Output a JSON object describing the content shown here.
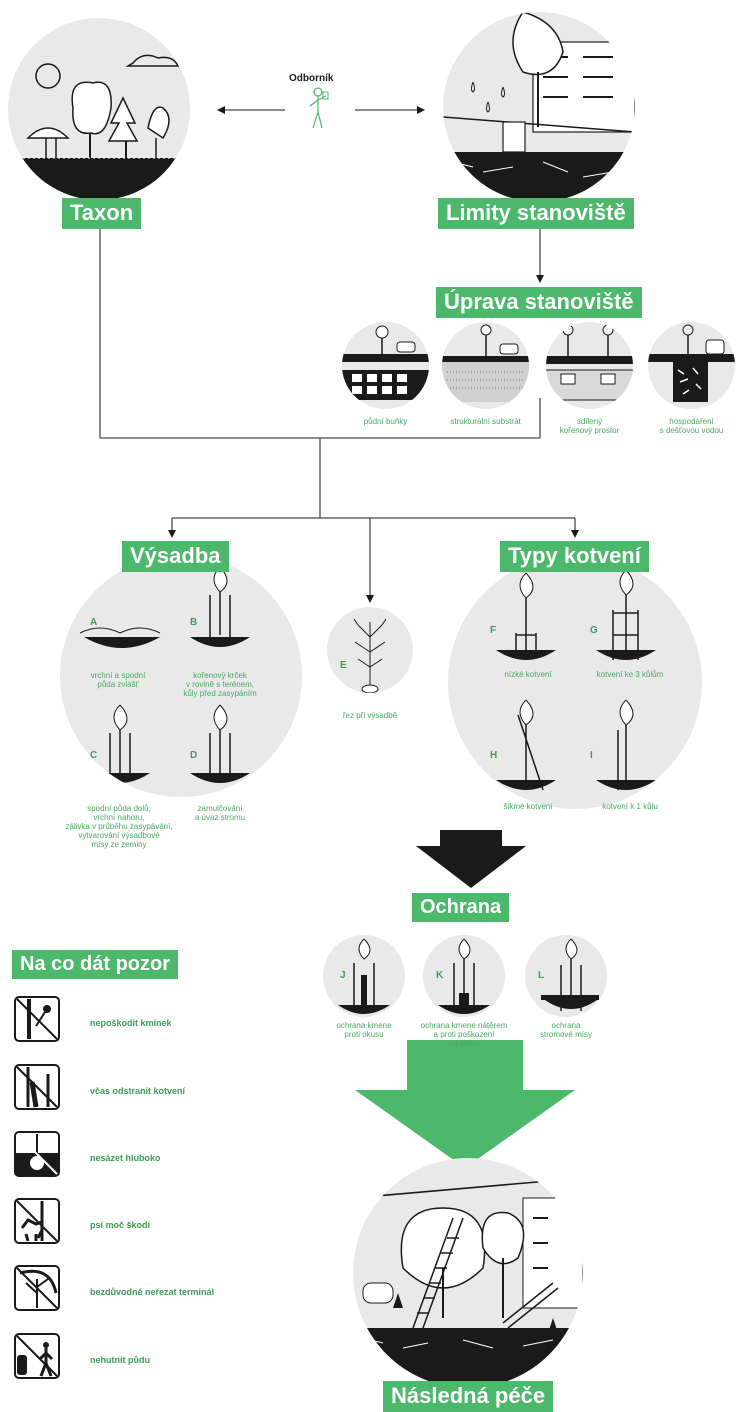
{
  "expert": {
    "label": "Odborník"
  },
  "top": {
    "taxon": "Taxon",
    "limits": "Limity stanoviště"
  },
  "site_prep": {
    "title": "Úprava stanoviště",
    "items": [
      {
        "label": "půdní buňky"
      },
      {
        "label": "strukturální substrát"
      },
      {
        "label": "sdílený\nkořenový prostor"
      },
      {
        "label": "hospodaření\ns dešťovou vodou"
      }
    ]
  },
  "planting": {
    "title": "Výsadba",
    "steps": [
      {
        "letter": "A",
        "text": "vrchní a spodní\npůda zvlášť"
      },
      {
        "letter": "B",
        "text": "kořenový krček\nv rovině s terénem,\nkůly před zasypáním"
      },
      {
        "letter": "C",
        "text": "spodní půda dolů,\nvrchní nahoru,\nzálivka v průběhu zasypávání,\nvytvarování výsadbové\nmísy ze zeminy"
      },
      {
        "letter": "D",
        "text": "zamulčování\na úvaz stromu"
      }
    ]
  },
  "pruning": {
    "letter": "E",
    "text": "řez při výsadbě"
  },
  "anchoring": {
    "title": "Typy kotvení",
    "types": [
      {
        "letter": "F",
        "text": "nízké kotvení"
      },
      {
        "letter": "G",
        "text": "kotvení ke 3 kůlům"
      },
      {
        "letter": "H",
        "text": "šikmé kotvení"
      },
      {
        "letter": "I",
        "text": "kotvení k 1 kůlu"
      }
    ]
  },
  "protection": {
    "title": "Ochrana",
    "items": [
      {
        "letter": "J",
        "text": "ochrana kmene\nproti okusu"
      },
      {
        "letter": "K",
        "text": "ochrana kmene nátěrem\na proti poškození\nsekačkou"
      },
      {
        "letter": "L",
        "text": "ochrana\nstromové mísy"
      }
    ]
  },
  "warnings": {
    "title": "Na co dát pozor",
    "items": [
      {
        "text": "nepoškodit kmínek"
      },
      {
        "text": "včas odstranit kotvení"
      },
      {
        "text": "nesázet hluboko"
      },
      {
        "text": "psí moč škodí"
      },
      {
        "text": "bezdůvodně neřezat terminál"
      },
      {
        "text": "nehutnit půdu"
      }
    ]
  },
  "aftercare": {
    "title": "Následná péče"
  },
  "colors": {
    "accent": "#4cb86b",
    "circle": "#e9e9e9",
    "arrow_dark": "#1a1a1a"
  }
}
